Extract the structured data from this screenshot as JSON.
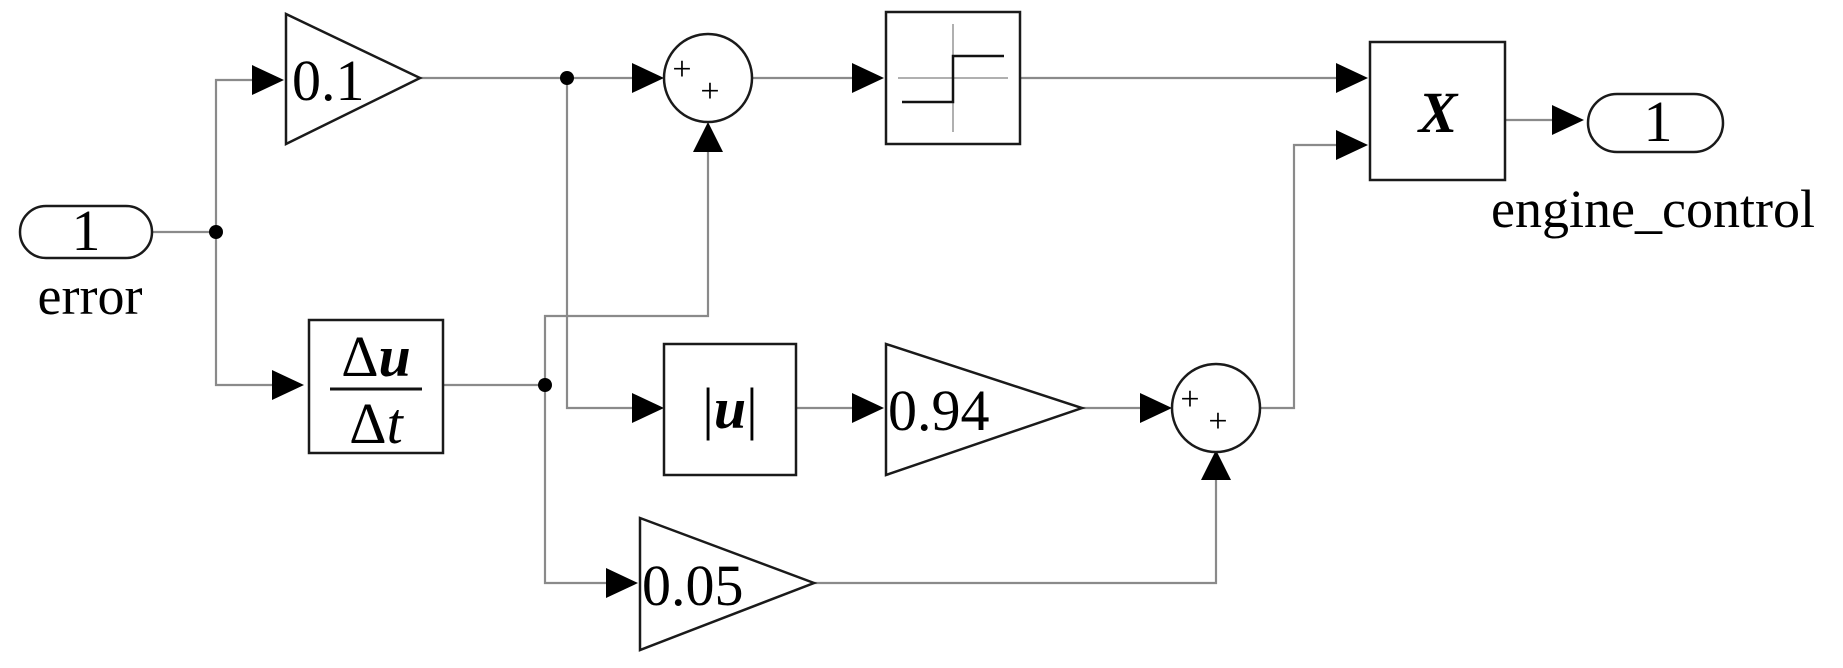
{
  "inport": {
    "number": "1",
    "label": "error"
  },
  "outport": {
    "number": "1",
    "label": "engine_control"
  },
  "gains": {
    "top": "0.1",
    "middle": "0.94",
    "bottom": "0.05"
  },
  "derivative": {
    "num_symbol": "Δ",
    "num_var": "u",
    "den_symbol": "Δ",
    "den_var": "t"
  },
  "abs_block": {
    "bar_left": "|",
    "var": "u",
    "bar_right": "|"
  },
  "product_block": {
    "label": "X"
  },
  "sum_signs": {
    "first": "+",
    "second": "+"
  }
}
